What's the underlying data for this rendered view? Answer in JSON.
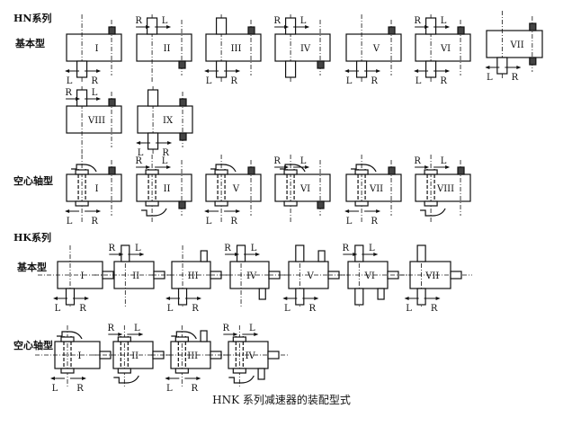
{
  "sections": {
    "hn_title": "HN系列",
    "hn_basic": "基本型",
    "hn_hollow": "空心轴型",
    "hk_title": "HK系列",
    "hk_basic": "基本型",
    "hk_hollow": "空心轴型"
  },
  "rotation_labels": {
    "left": "L",
    "right": "R"
  },
  "hn_basic_units": [
    "I",
    "II",
    "III",
    "IV",
    "V",
    "VI",
    "VII",
    "VIII",
    "IX"
  ],
  "hn_hollow_units": [
    "I",
    "II",
    "V",
    "VI",
    "VII",
    "VIII"
  ],
  "hk_basic_units": [
    "I",
    "II",
    "III",
    "IV",
    "V",
    "VI",
    "VII"
  ],
  "hk_hollow_units": [
    "I",
    "II",
    "III",
    "IV"
  ],
  "caption": "HNK 系列减速器的装配型式"
}
